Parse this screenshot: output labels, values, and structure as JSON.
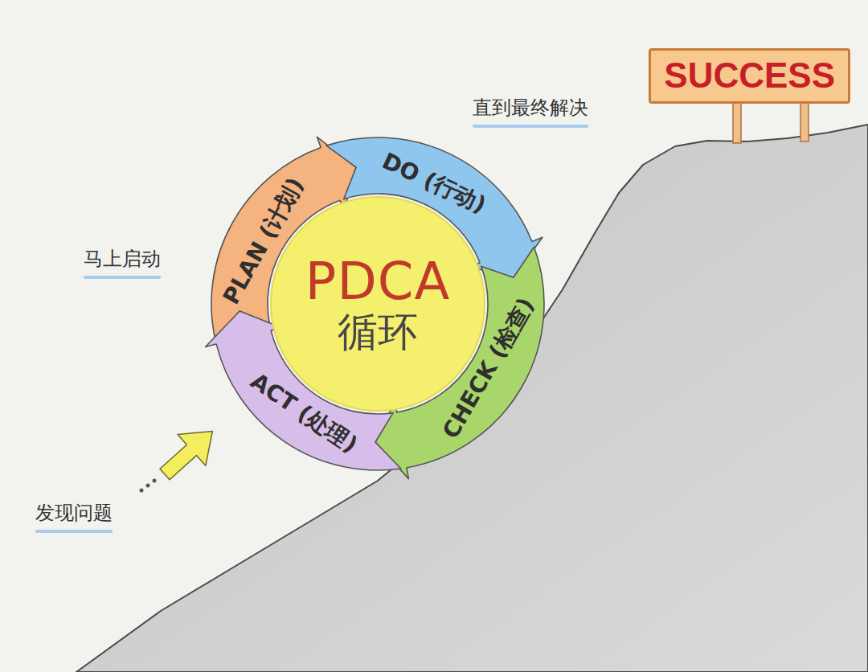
{
  "diagram": {
    "nodes": [
      {
        "text": [
          "SUCCESS"
        ]
      },
      {
        "text": [
          "PLAN (计划)"
        ]
      },
      {
        "text": [
          "DO (行动)"
        ]
      },
      {
        "text": [
          "CHECK (检查)"
        ]
      },
      {
        "text": [
          "ACT (处理)"
        ]
      },
      {
        "text": [
          "PDCA",
          "循环"
        ]
      }
    ],
    "labels": [
      "直到最终解决",
      "马上启动",
      "发现问题"
    ]
  }
}
